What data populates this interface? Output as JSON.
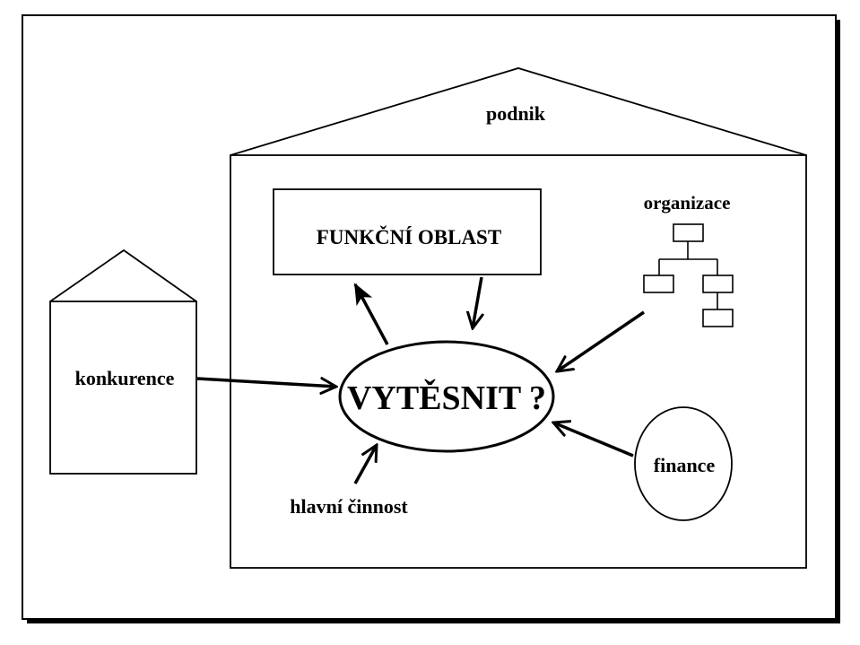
{
  "labels": {
    "podnik": "podnik",
    "funkcni_oblast": "FUNKČNÍ OBLAST",
    "organizace": "organizace",
    "konkurence": "konkurence",
    "vytesnit": "VYTĚSNIT ?",
    "hlavni_cinnost": "hlavní činnost",
    "finance": "finance"
  },
  "colors": {
    "line": "#000000",
    "background": "#ffffff"
  }
}
